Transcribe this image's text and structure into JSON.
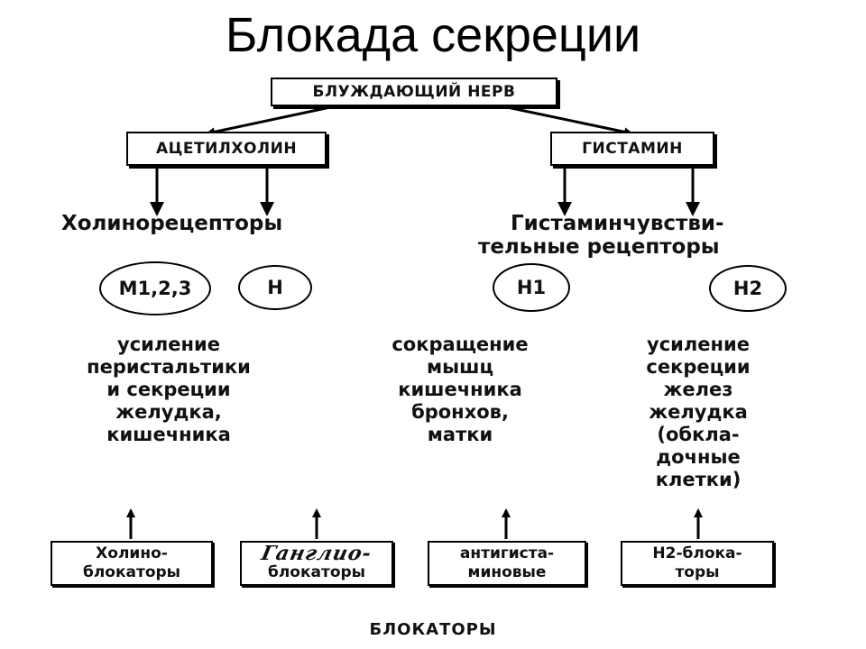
{
  "title": "Блокада секреции",
  "source": "БЛУЖДАЮЩИЙ НЕРВ",
  "mediators": {
    "left": "АЦЕТИЛХОЛИН",
    "right": "ГИСТАМИН"
  },
  "receptors": {
    "left": "Холинорецепторы",
    "right_line1": "Гистаминчувстви-",
    "right_line2": "тельные рецепторы"
  },
  "receptor_types": [
    "М1,2,3",
    "Н",
    "Н1",
    "Н2"
  ],
  "effects": {
    "cholinergic": "усиление\nперистальтики\nи секреции\nжелудка,\nкишечника",
    "h1": "сокращение\nмышц\nкишечника\nбронхов,\nматки",
    "h2": "усиление\nсекреции\nжелез\nжелудка\n(обкла-\nдочные\nклетки)"
  },
  "blockers": [
    {
      "line1": "Холино-",
      "line2": "блокаторы"
    },
    {
      "line1": "Ганглио-",
      "line2": "блокаторы"
    },
    {
      "line1": "антигиста-",
      "line2": "миновые"
    },
    {
      "line1": "Н2-блока-",
      "line2": "торы"
    }
  ],
  "footer": "БЛОКАТОРЫ"
}
